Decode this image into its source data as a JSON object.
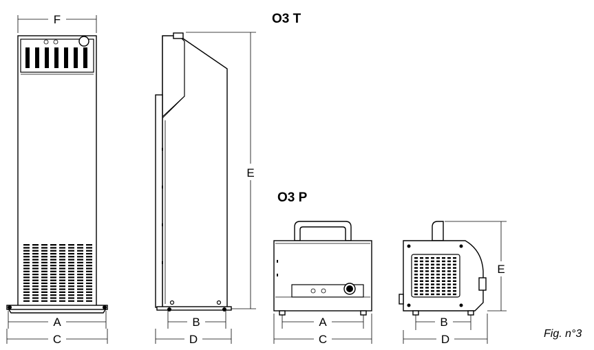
{
  "titles": {
    "tower": "O3 T",
    "portable": "O3 P"
  },
  "dimensions": {
    "A": "A",
    "B": "B",
    "C": "C",
    "D": "D",
    "E": "E",
    "F": "F"
  },
  "caption": "Fig. n°3"
}
